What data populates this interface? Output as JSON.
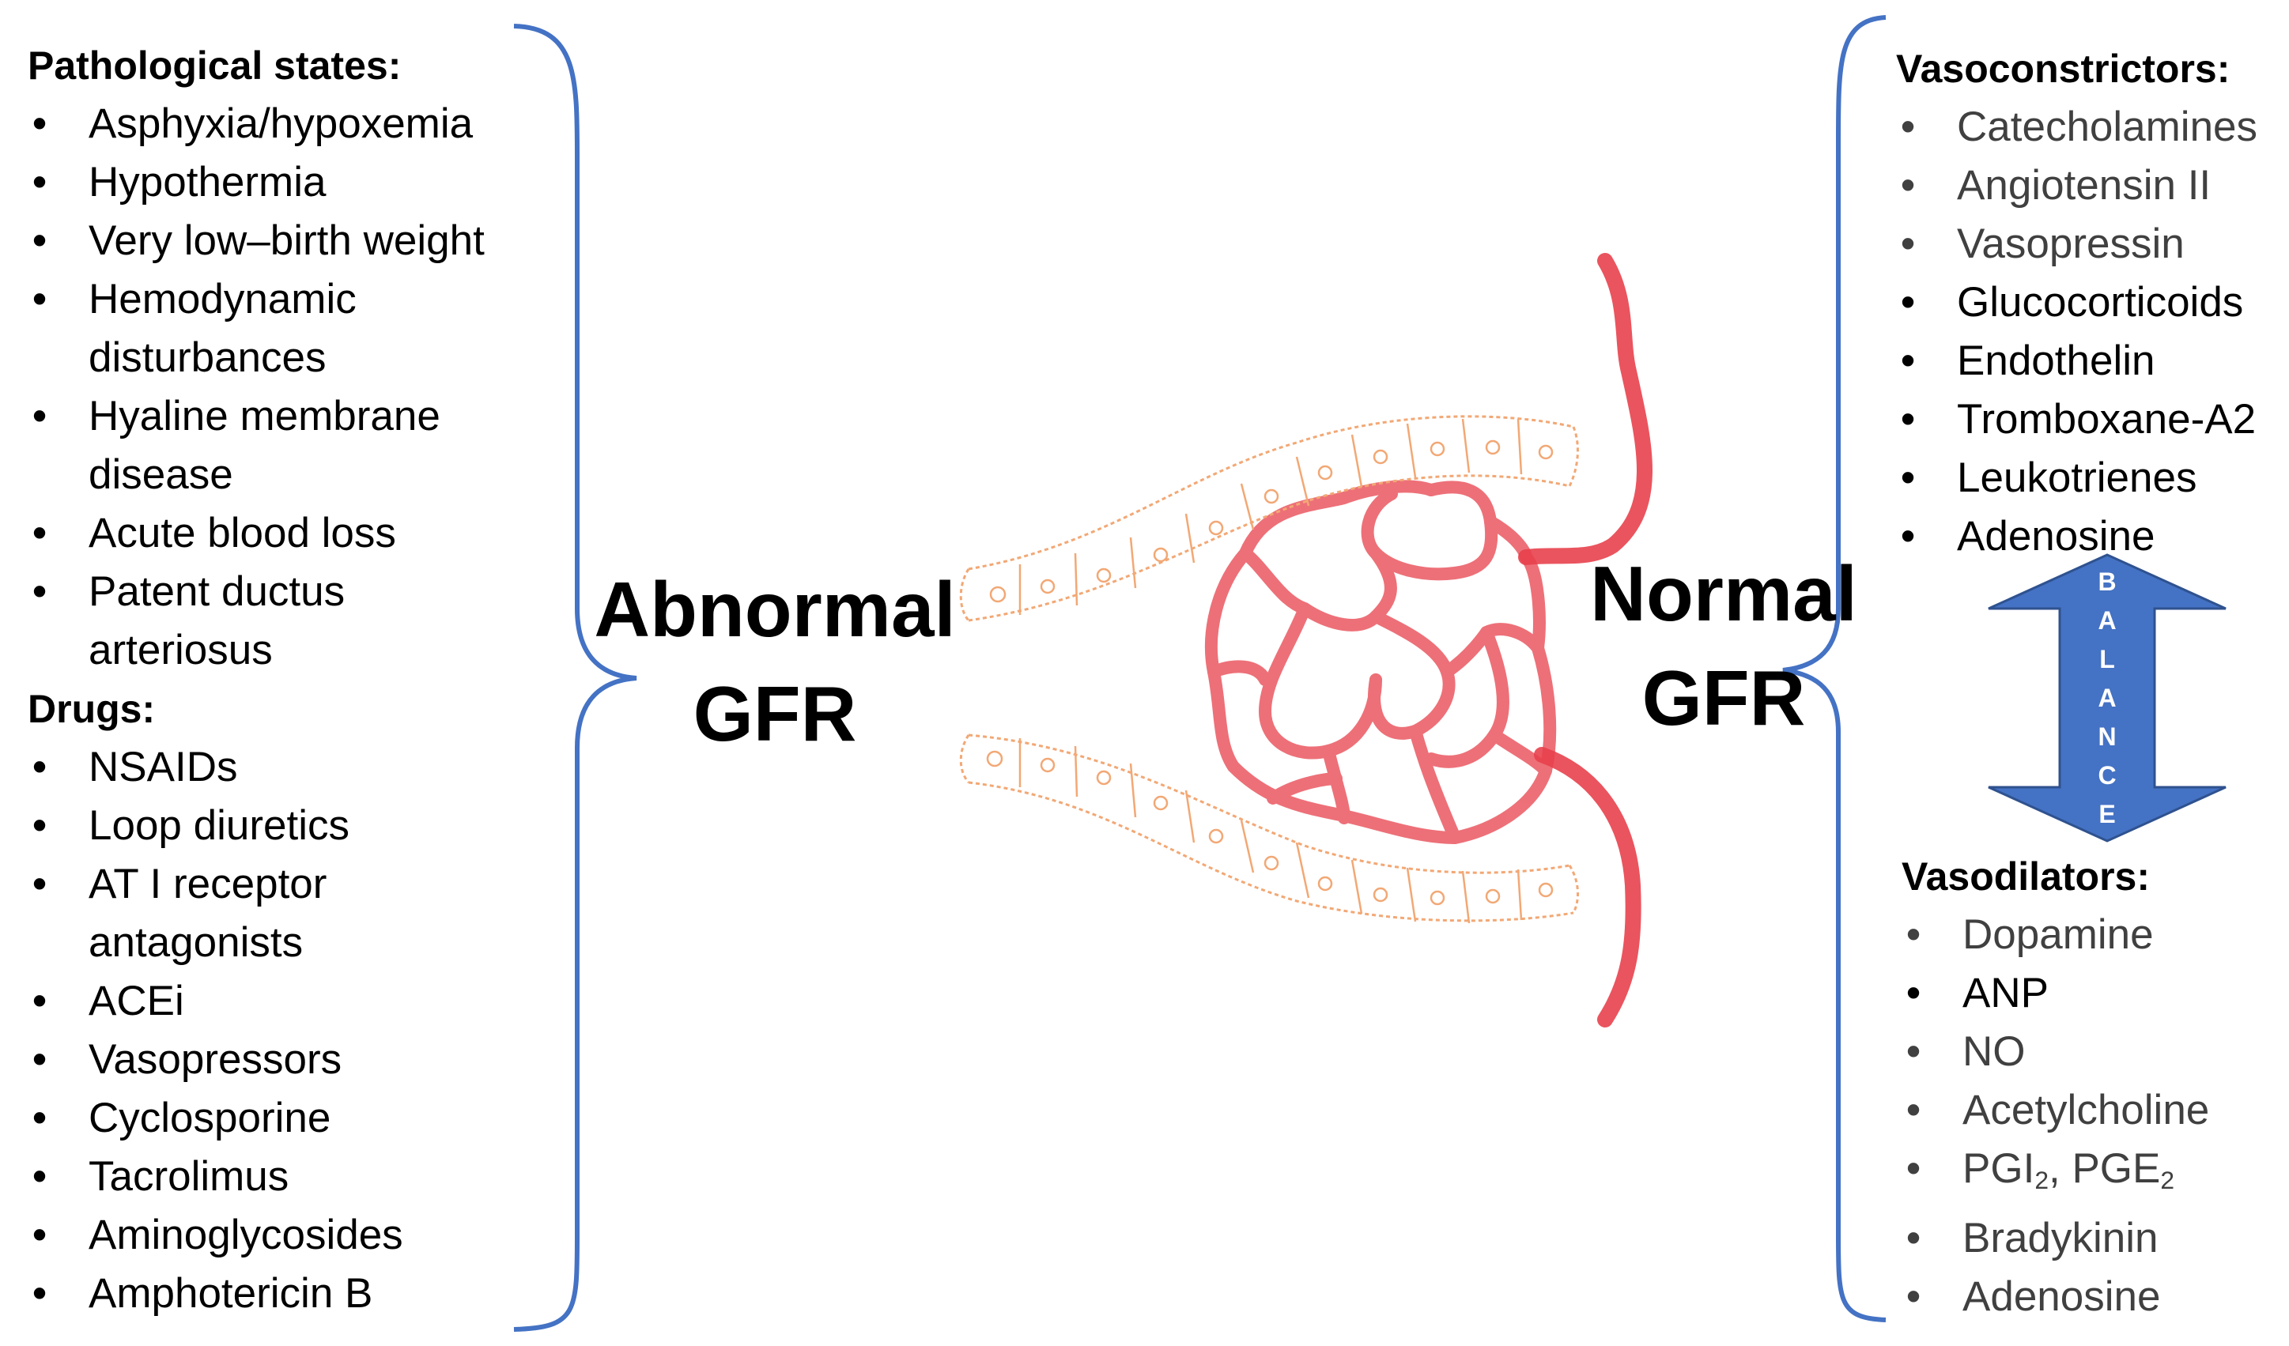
{
  "left_panel": {
    "pathological_heading": "Pathological states:",
    "pathological_items": [
      [
        "Asphyxia/hypoxemia"
      ],
      [
        "Hypothermia"
      ],
      [
        "Very low–birth weight"
      ],
      [
        "Hemodynamic",
        "disturbances"
      ],
      [
        "Hyaline membrane",
        "disease"
      ],
      [
        "Acute blood loss"
      ],
      [
        "Patent ductus",
        "arteriosus"
      ]
    ],
    "drugs_heading": "Drugs:",
    "drug_items": [
      [
        "NSAIDs"
      ],
      [
        "Loop diuretics"
      ],
      [
        "AT I receptor",
        "antagonists"
      ],
      [
        "ACEi"
      ],
      [
        "Vasopressors"
      ],
      [
        "Cyclosporine"
      ],
      [
        "Tacrolimus"
      ],
      [
        "Aminoglycosides"
      ],
      [
        "Amphotericin B"
      ]
    ]
  },
  "center": {
    "abnormal_line1": "Abnormal",
    "abnormal_line2": "GFR",
    "normal_line1": "Normal",
    "normal_line2": "GFR"
  },
  "right_panel": {
    "vasoconstrictors_heading": "Vasoconstrictors:",
    "vasoconstrictors": [
      {
        "text": "Catecholamines",
        "tone": "grey"
      },
      {
        "text": "Angiotensin II",
        "tone": "grey"
      },
      {
        "text": "Vasopressin",
        "tone": "grey"
      },
      {
        "text": "Glucocorticoids",
        "tone": "dark"
      },
      {
        "text": "Endothelin",
        "tone": "dark"
      },
      {
        "text": "Tromboxane-A2",
        "tone": "dark"
      },
      {
        "text": "Leukotrienes",
        "tone": "dark"
      },
      {
        "text": "Adenosine",
        "tone": "dark"
      }
    ],
    "balance_letters": [
      "B",
      "A",
      "L",
      "A",
      "N",
      "C",
      "E"
    ],
    "vasodilators_heading": "Vasodilators:",
    "vasodilators": [
      {
        "text": "Dopamine",
        "tone": "grey"
      },
      {
        "text": "ANP",
        "tone": "dark"
      },
      {
        "text": "NO",
        "tone": "grey"
      },
      {
        "text": "Acetylcholine",
        "tone": "grey"
      },
      {
        "text": "PGI",
        "sub1": "2",
        "text2": ", PGE",
        "sub2": "2",
        "tone": "grey"
      },
      {
        "text": "Bradykinin",
        "tone": "grey"
      },
      {
        "text": "Adenosine",
        "tone": "grey"
      }
    ]
  },
  "colors": {
    "brace": "#4472c4",
    "balance_arrow": "#4472c4",
    "glomerulus": "#e8414c",
    "tubule": "#f2a875"
  }
}
